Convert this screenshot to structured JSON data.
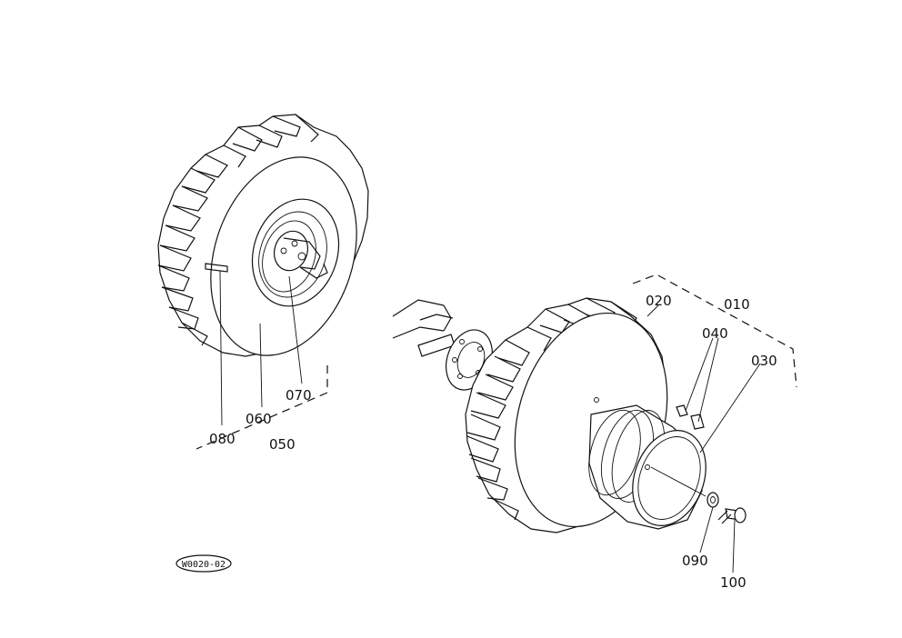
{
  "labels": {
    "p010": "010",
    "p020": "020",
    "p030": "030",
    "p040": "040",
    "p050": "050",
    "p060": "060",
    "p070": "070",
    "p080": "080",
    "p090": "090",
    "p100": "100"
  },
  "drawing_code": "W0020-02"
}
